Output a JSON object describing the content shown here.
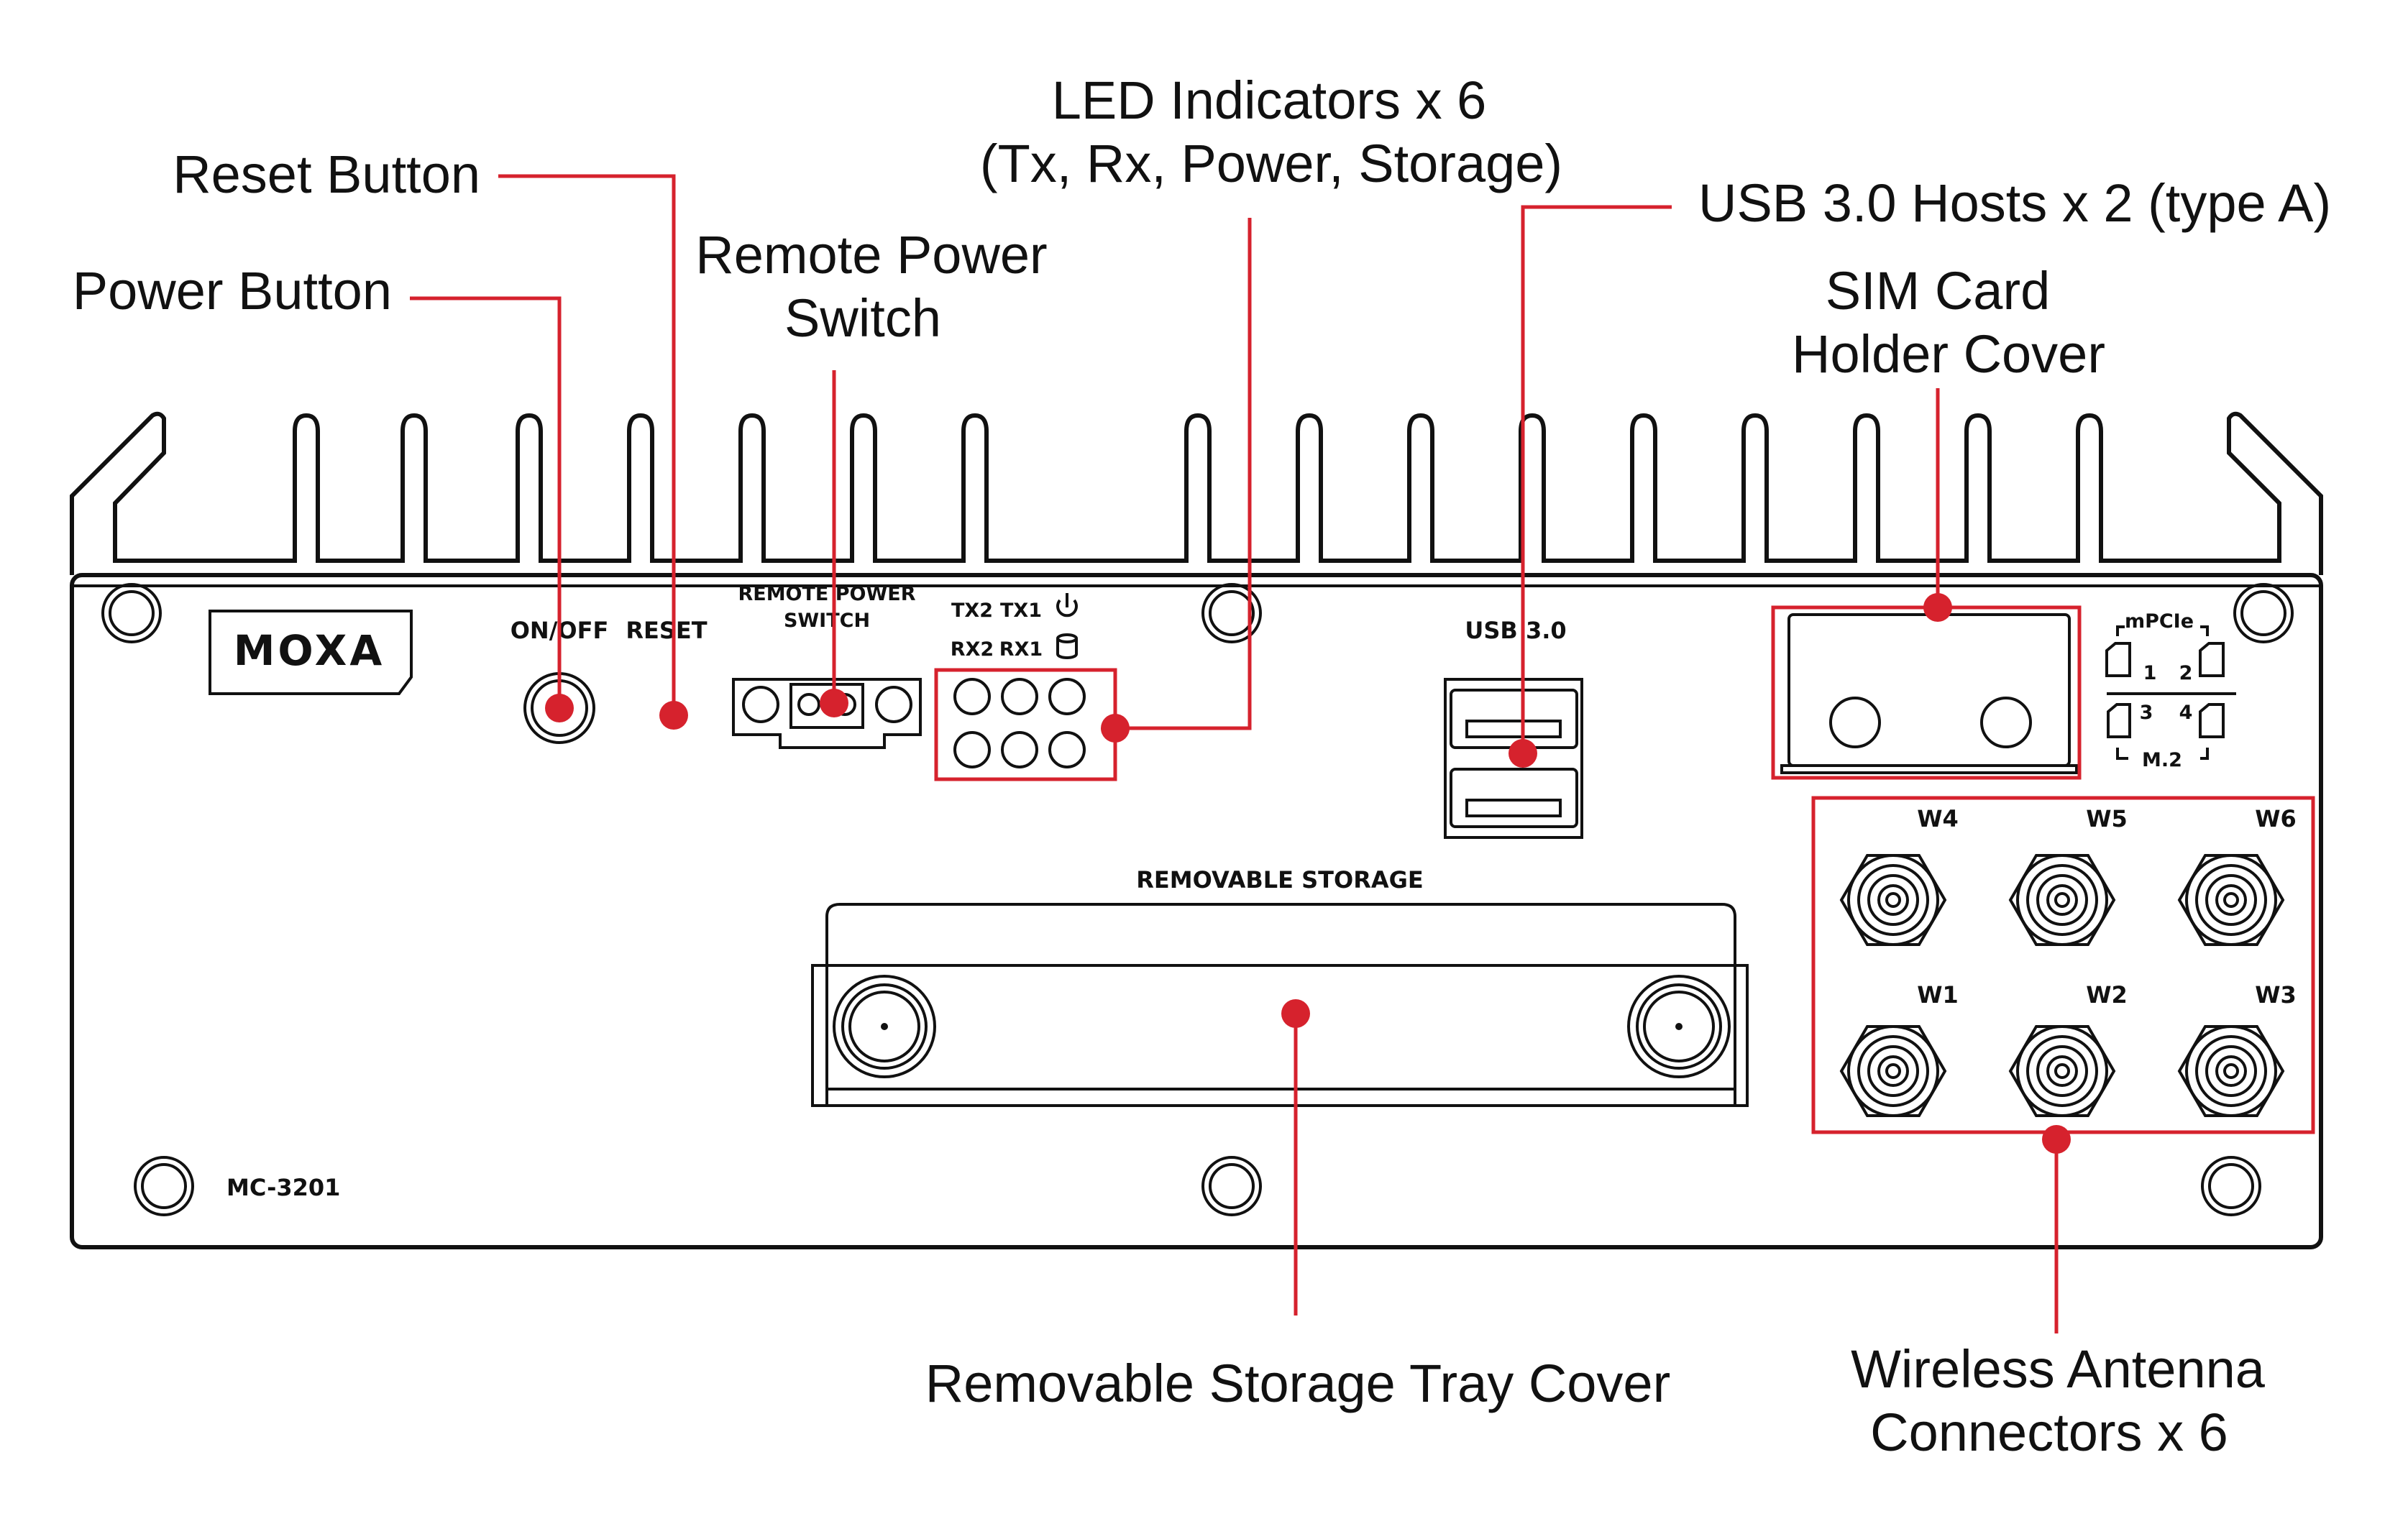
{
  "callouts": {
    "reset_button": "Reset Button",
    "power_button": "Power Button",
    "remote_power_line1": "Remote Power",
    "remote_power_line2": "Switch",
    "led_line1": "LED Indicators x 6",
    "led_line2": "(Tx, Rx, Power, Storage)",
    "usb_hosts": "USB 3.0 Hosts x 2 (type A)",
    "sim_line1": "SIM Card",
    "sim_line2": "Holder Cover",
    "storage_tray": "Removable Storage Tray Cover",
    "antenna_line1": "Wireless Antenna",
    "antenna_line2": "Connectors x 6"
  },
  "panel": {
    "brand": "MOXA",
    "model": "MC-3201",
    "on_off": "ON/OFF",
    "reset": "RESET",
    "remote_power_1": "REMOTE POWER",
    "remote_power_2": "SWITCH",
    "led_tx2": "TX2",
    "led_tx1": "TX1",
    "led_rx2": "RX2",
    "led_rx1": "RX1",
    "usb": "USB 3.0",
    "removable_storage": "REMOVABLE STORAGE",
    "sim_mpcie": "mPCIe",
    "sim_m2": "M.2",
    "sim_slot_1": "1",
    "sim_slot_2": "2",
    "sim_slot_3": "3",
    "sim_slot_4": "4",
    "antennas_top": [
      "W4",
      "W5",
      "W6"
    ],
    "antennas_bottom": [
      "W1",
      "W2",
      "W3"
    ]
  },
  "colors": {
    "callout_red": "#d6222d",
    "line_black": "#111111"
  }
}
